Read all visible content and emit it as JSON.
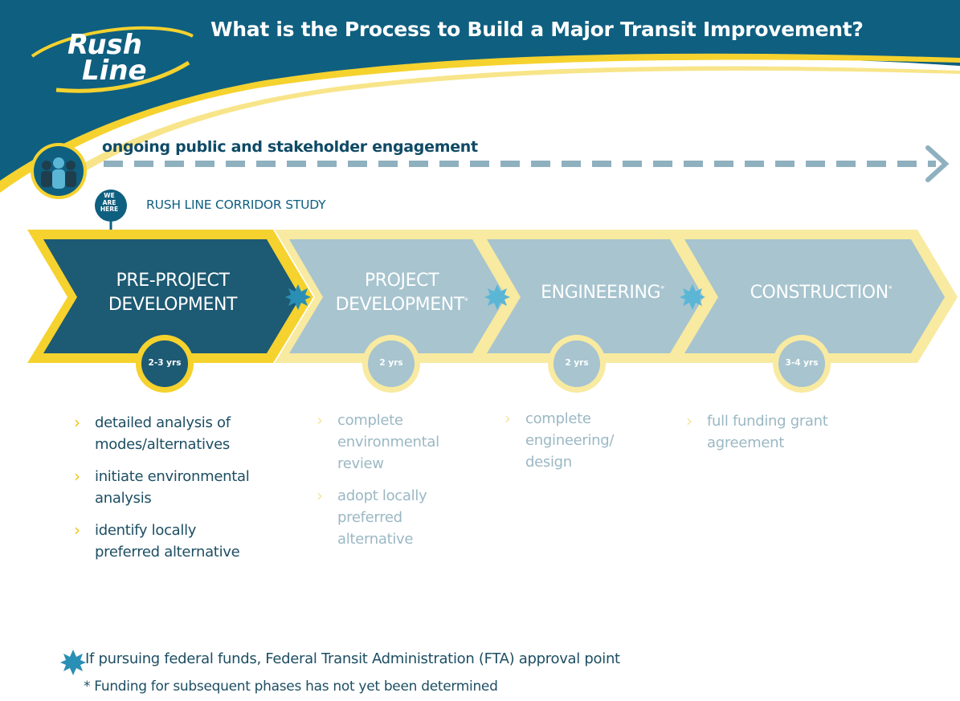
{
  "header": {
    "logo_line1": "Rush",
    "logo_line2": "Line",
    "title": "What is the Process to Build a Major Transit Improvement?"
  },
  "engagement": {
    "label": "ongoing public and stakeholder engagement",
    "icon": "people-group-icon"
  },
  "corridor_study": {
    "we_are_here_lines": [
      "WE",
      "ARE",
      "HERE"
    ],
    "label": "RUSH LINE CORRIDOR STUDY"
  },
  "phases": [
    {
      "line1": "PRE-PROJECT",
      "line2": "DEVELOPMENT",
      "asterisk": "",
      "duration": "2-3 yrs",
      "active": true
    },
    {
      "line1": "PROJECT",
      "line2": "DEVELOPMENT",
      "asterisk": "*",
      "duration": "2 yrs",
      "active": false
    },
    {
      "line1": "ENGINEERING",
      "line2": "",
      "asterisk": "*",
      "duration": "2 yrs",
      "active": false
    },
    {
      "line1": "CONSTRUCTION",
      "line2": "",
      "asterisk": "*",
      "duration": "3-4 yrs",
      "active": false
    }
  ],
  "bullets": [
    [
      "detailed analysis of modes/alternatives",
      "initiate environmental analysis",
      "identify locally preferred alternative"
    ],
    [
      "complete environmental review",
      "adopt locally preferred alternative"
    ],
    [
      "complete engineering/ design"
    ],
    [
      "full funding grant agreement"
    ]
  ],
  "footnotes": {
    "fta": "If pursuing federal funds, Federal Transit Administration (FTA) approval point",
    "funding": "* Funding for subsequent phases has not yet been determined"
  },
  "colors": {
    "teal_dark": "#0f5f80",
    "teal_active": "#1d5a73",
    "teal_light": "#a7c4cf",
    "yellow": "#f5d22e",
    "yellow_light": "#f8eaa0",
    "burst": "#2a8fb5"
  }
}
